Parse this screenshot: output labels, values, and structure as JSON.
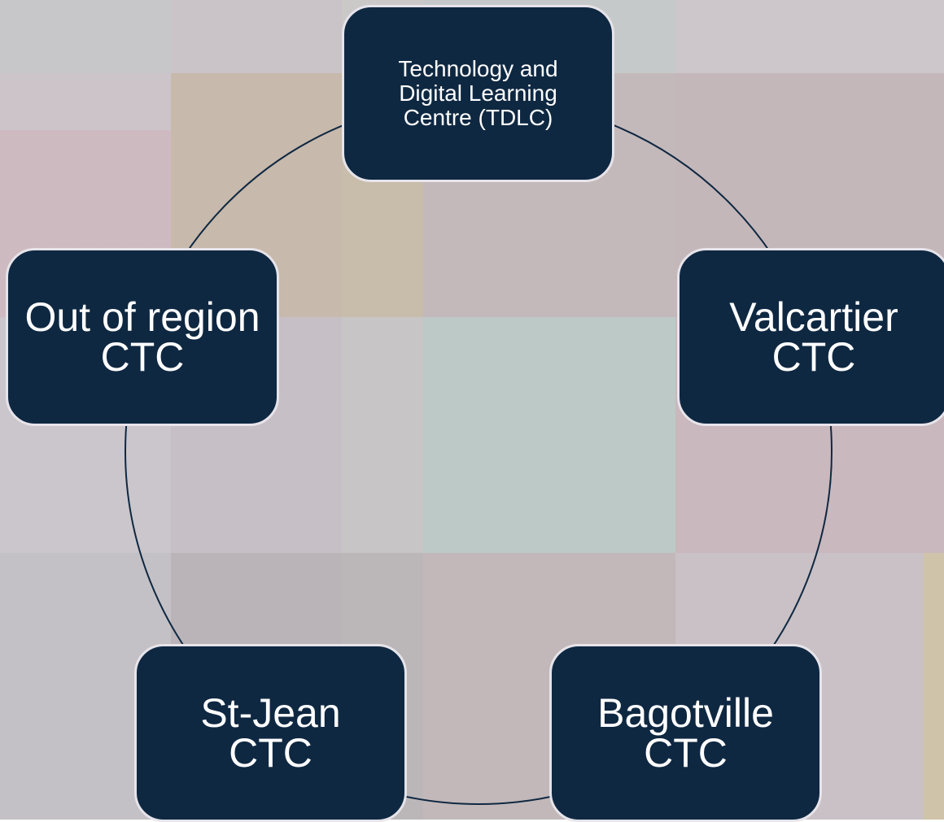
{
  "diagram": {
    "type": "cycle",
    "colors": {
      "node_fill": "#0f2842",
      "node_border": "#e6e4ea",
      "connector": "#0f2842",
      "text": "#ffffff"
    },
    "nodes": [
      {
        "id": "tdlc",
        "label": "Technology and Digital Learning Centre (TDLC)"
      },
      {
        "id": "valcartier",
        "label": "Valcartier CTC"
      },
      {
        "id": "bagotville",
        "label": "Bagotville CTC"
      },
      {
        "id": "stjean",
        "label": "St-Jean CTC"
      },
      {
        "id": "out-of-region",
        "label": "Out of region CTC"
      }
    ]
  }
}
